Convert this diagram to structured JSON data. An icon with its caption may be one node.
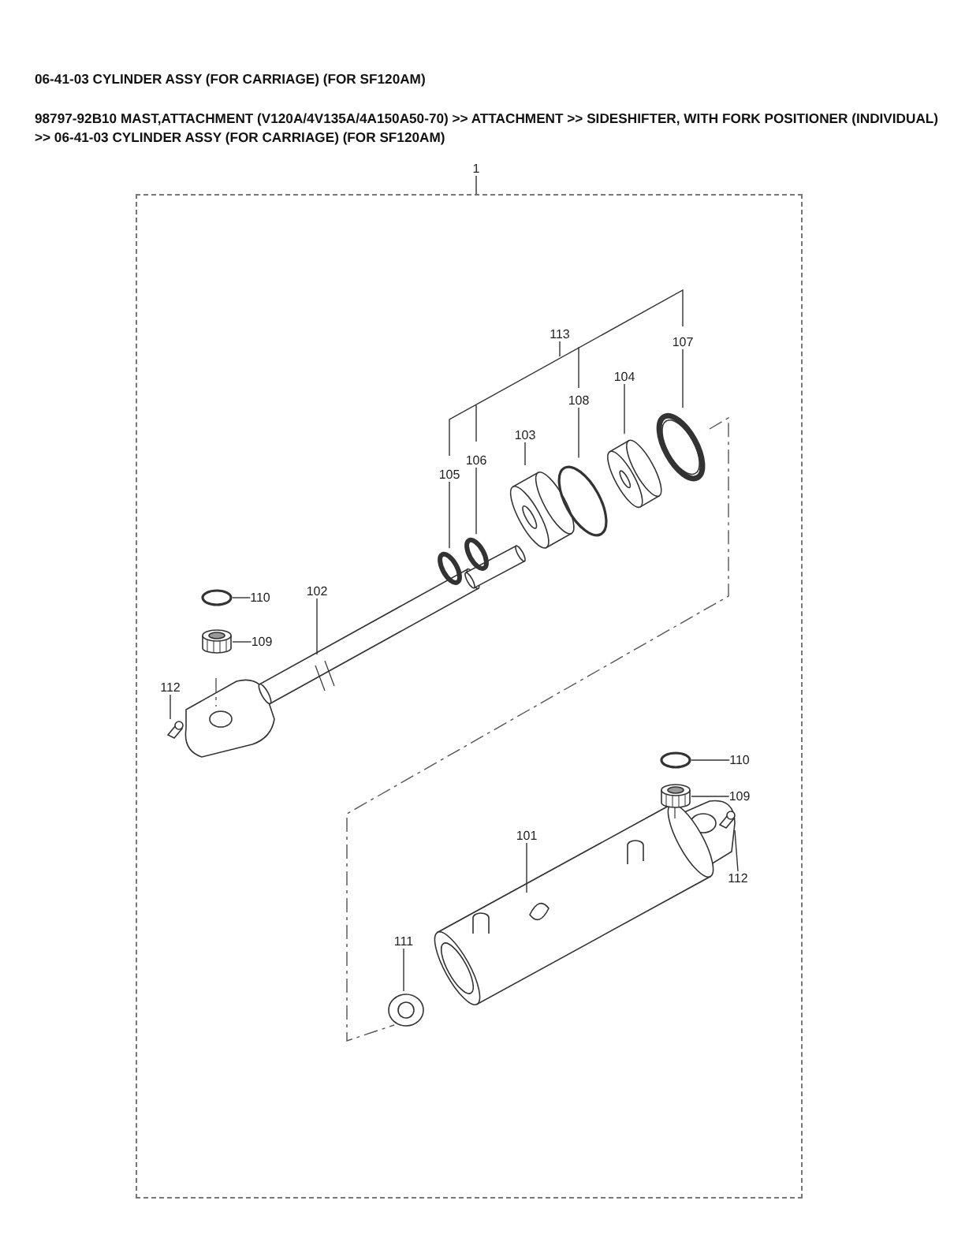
{
  "diagram": {
    "title": "06-41-03 CYLINDER ASSY (FOR CARRIAGE) (FOR SF120AM)",
    "nodes": [
      {
        "text": [
          "1"
        ]
      },
      {
        "text": [],
        "shape": "box"
      },
      {
        "text": [
          "113"
        ],
        "in": 1
      },
      {
        "text": [
          "107"
        ],
        "in": 1
      },
      {
        "text": [
          "104"
        ],
        "in": 1
      },
      {
        "text": [
          "108"
        ],
        "in": 1
      },
      {
        "text": [
          "103"
        ],
        "in": 1
      },
      {
        "text": [
          "106"
        ],
        "in": 1
      },
      {
        "text": [
          "105"
        ],
        "in": 1
      },
      {
        "text": [
          "110"
        ],
        "in": 1
      },
      {
        "text": [
          "102"
        ],
        "in": 1
      },
      {
        "text": [
          "109"
        ],
        "in": 1
      },
      {
        "text": [
          "112"
        ],
        "in": 1
      },
      {
        "text": [
          "110"
        ],
        "in": 1
      },
      {
        "text": [
          "109"
        ],
        "in": 1
      },
      {
        "text": [
          "101"
        ],
        "in": 1
      },
      {
        "text": [
          "112"
        ],
        "in": 1
      },
      {
        "text": [
          "111"
        ],
        "in": 1
      },
      {
        "text": [],
        "shape": "circle",
        "in": 1
      },
      {
        "text": [],
        "shape": "circle",
        "in": 1
      },
      {
        "text": [],
        "shape": "picture",
        "in": 1
      },
      {
        "text": [],
        "shape": "circle",
        "in": 1
      },
      {
        "text": [],
        "shape": "picture",
        "in": 1
      },
      {
        "text": [],
        "shape": "circle",
        "in": 1
      },
      {
        "text": [],
        "shape": "circle",
        "in": 1
      },
      {
        "text": [],
        "shape": "picture",
        "in": 1
      },
      {
        "text": [],
        "shape": "picture",
        "in": 1
      },
      {
        "text": [],
        "shape": "circle",
        "in": 1
      },
      {
        "text": [],
        "shape": "picture",
        "in": 1
      },
      {
        "text": [],
        "shape": "picture",
        "in": 1
      },
      {
        "text": [],
        "shape": "picture",
        "in": 1
      }
    ],
    "edges": [
      {
        "from": 0,
        "to": 1,
        "arrow": "none"
      },
      {
        "from": 2,
        "to": null,
        "arrow": "none"
      },
      {
        "from": 3,
        "to": 23,
        "arrow": "none"
      },
      {
        "from": 4,
        "to": 22,
        "arrow": "none"
      },
      {
        "from": 5,
        "to": 21,
        "arrow": "none"
      },
      {
        "from": 6,
        "to": 20,
        "arrow": "none"
      },
      {
        "from": 7,
        "to": 19,
        "arrow": "none"
      },
      {
        "from": 8,
        "to": 18,
        "arrow": "none"
      },
      {
        "from": 9,
        "to": 24,
        "arrow": "none"
      },
      {
        "from": 10,
        "to": null,
        "arrow": "none"
      },
      {
        "from": 11,
        "to": 25,
        "arrow": "none"
      },
      {
        "from": 12,
        "to": 26,
        "arrow": "none"
      },
      {
        "from": 13,
        "to": 27,
        "arrow": "none"
      },
      {
        "from": 14,
        "to": 28,
        "arrow": "none"
      },
      {
        "from": 15,
        "to": null,
        "arrow": "none"
      },
      {
        "from": 16,
        "to": 29,
        "arrow": "none"
      },
      {
        "from": 17,
        "to": 30,
        "arrow": "none"
      }
    ],
    "labels": [
      "98797-92B10 MAST,ATTACHMENT (V120A/4V135A/4A150A50-70) >> ATTACHMENT >> SIDESHIFTER, WITH FORK POSITIONER (INDIVIDUAL) >> 06-41-03 CYLINDER ASSY (FOR CARRIAGE) (FOR SF120AM)"
    ]
  }
}
